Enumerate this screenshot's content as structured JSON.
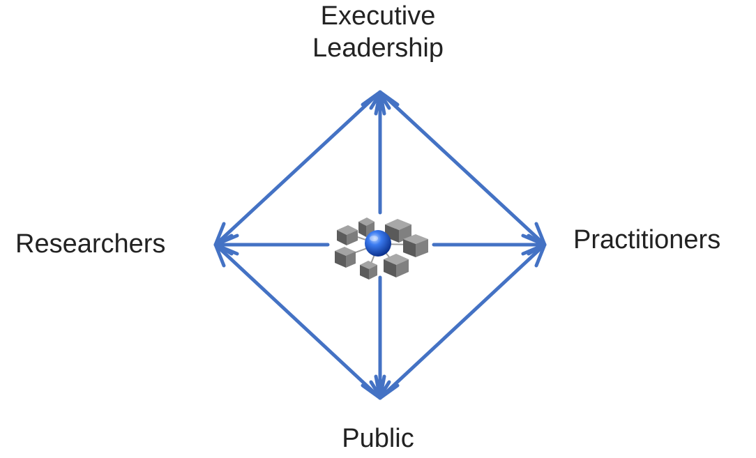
{
  "nodes": {
    "top": {
      "line1": "Executive",
      "line2": "Leadership"
    },
    "left": "Researchers",
    "right": "Practitioners",
    "bottom": "Public"
  },
  "colors": {
    "arrow": "#4472C4",
    "sphere": "#1F5BD6",
    "cube": "#6E6E6E",
    "text": "#222222"
  },
  "icons": {
    "center": "network-hub-icon"
  }
}
